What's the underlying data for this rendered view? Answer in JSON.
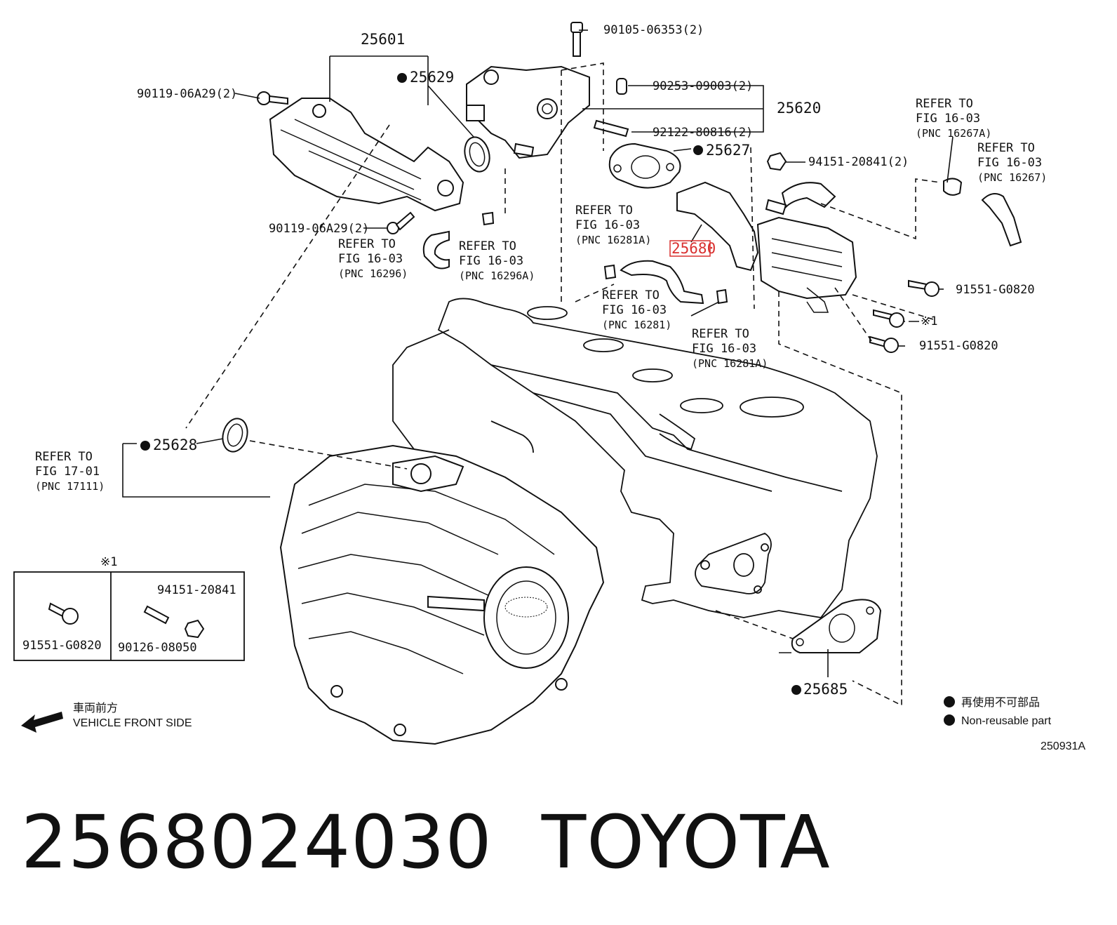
{
  "callouts": {
    "p25601": "25601",
    "p25629": "25629",
    "p25620": "25620",
    "p25627": "25627",
    "p25680": "25680",
    "p25628": "25628",
    "p25685": "25685",
    "bolt_90105": "90105-06353(2)",
    "pin_90253": "90253-09003(2)",
    "stud_92122": "92122-80816(2)",
    "nut_94151": "94151-20841(2)",
    "bolt_90119_top": "90119-06A29(2)",
    "bolt_90119_bottom": "90119-06A29(2)",
    "bolt_91551_a": "91551-G0820",
    "bolt_91551_b": "91551-G0820",
    "note_mark": "※1"
  },
  "refers": [
    {
      "l1": "REFER TO",
      "l2": "FIG 16-03",
      "l3": "(PNC 16267A)"
    },
    {
      "l1": "REFER TO",
      "l2": "FIG 16-03",
      "l3": "(PNC 16267)"
    },
    {
      "l1": "REFER TO",
      "l2": "FIG 16-03",
      "l3": "(PNC 16281A)"
    },
    {
      "l1": "REFER TO",
      "l2": "FIG 16-03",
      "l3": "(PNC 16296)"
    },
    {
      "l1": "REFER TO",
      "l2": "FIG 16-03",
      "l3": "(PNC 16296A)"
    },
    {
      "l1": "REFER TO",
      "l2": "FIG 16-03",
      "l3": "(PNC 16281)"
    },
    {
      "l1": "REFER TO",
      "l2": "FIG 16-03",
      "l3": "(PNC 16281A)"
    },
    {
      "l1": "REFER TO",
      "l2": "FIG 17-01",
      "l3": "(PNC 17111)"
    }
  ],
  "inset": {
    "title": "※1",
    "left_part": "91551-G0820",
    "right_nut": "94151-20841",
    "right_stud": "90126-08050"
  },
  "legend": {
    "jp": "再使用不可部品",
    "en": "Non-reusable part"
  },
  "front": {
    "jp": "車両前方",
    "en": "VEHICLE FRONT SIDE"
  },
  "figure_id": "250931A",
  "footer": {
    "part_number": "2568024030",
    "brand": "TOYOTA"
  },
  "colors": {
    "highlight": "#d9302f",
    "ink": "#111111"
  }
}
